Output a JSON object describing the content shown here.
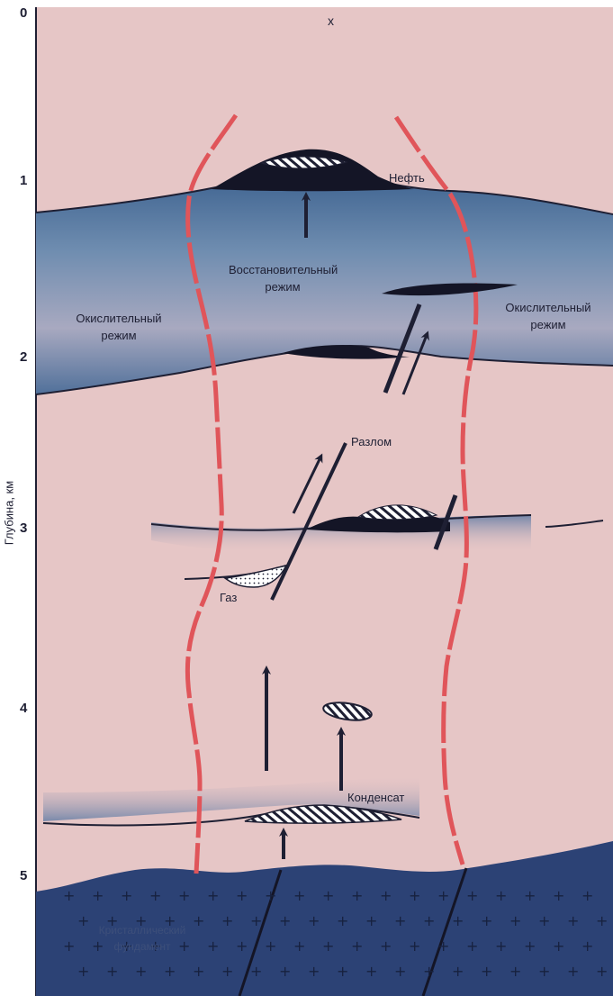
{
  "diagram": {
    "top_marker": "x",
    "y_axis": {
      "label": "Глубина, км",
      "ticks": [
        "0",
        "1",
        "2",
        "3",
        "4",
        "5"
      ]
    },
    "labels": {
      "oil": "Нефть",
      "reducing_regime": "Восстановительный режим",
      "oxidizing_regime_left": "Окислительный режим",
      "oxidizing_regime_right": "Окислительный режим",
      "fault": "Разлом",
      "gas": "Газ",
      "condensate": "Конденсат"
    },
    "basement_label": "Кристаллический фундамент",
    "colors": {
      "background": "#e6c6c6",
      "aquifer_blue": "#3d5f8e",
      "basement": "#2c4275",
      "oil_fill": "#141526",
      "regime_boundary": "#e0555a",
      "lines": "#1e1f33"
    }
  }
}
